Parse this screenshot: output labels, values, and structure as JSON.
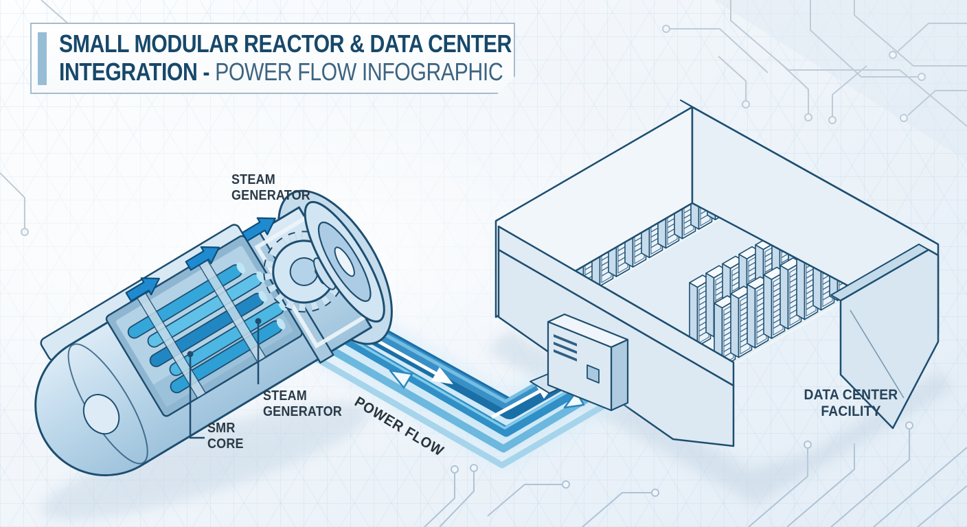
{
  "title": {
    "line1": "SMALL MODULAR REACTOR & DATA CENTER",
    "line2_bold": "INTEGRATION -",
    "line2_light": "POWER FLOW INFOGRAPHIC"
  },
  "labels": {
    "steam_generator_top_line1": "STEAM",
    "steam_generator_top_line2": "GENERATOR",
    "steam_generator_bottom_line1": "STEAM",
    "steam_generator_bottom_line2": "GENERATOR",
    "smr_core_line1": "SMR",
    "smr_core_line2": "CORE",
    "power_flow": "POWER FLOW",
    "data_center_line1": "DATA CENTER",
    "data_center_line2": "FACILITY"
  },
  "icons": {
    "flow_arrow": "flow-arrow-icon (blue isometric arrow on reactor jacket)",
    "forward_flow_arrow": "white filled arrow on dark power band",
    "return_flow_arrow": "white outlined arrow on return power band",
    "turbine_gear": "gear-icon inside reactor cutaway"
  },
  "colors": {
    "outline_navy": "#1d4e70",
    "accent_blue": "#1f8ad0",
    "band_dark_blue": "#1a6fa7",
    "band_mid_blue": "#2f8fc6",
    "band_light_blue": "#6cb8de",
    "band_pale_blue": "#a6d4eb",
    "title_dark": "#17486a",
    "title_light": "#3d6480",
    "label_dark": "#2a3a47",
    "accent_bar": "#97bcd6",
    "background": "#eef4f9"
  }
}
